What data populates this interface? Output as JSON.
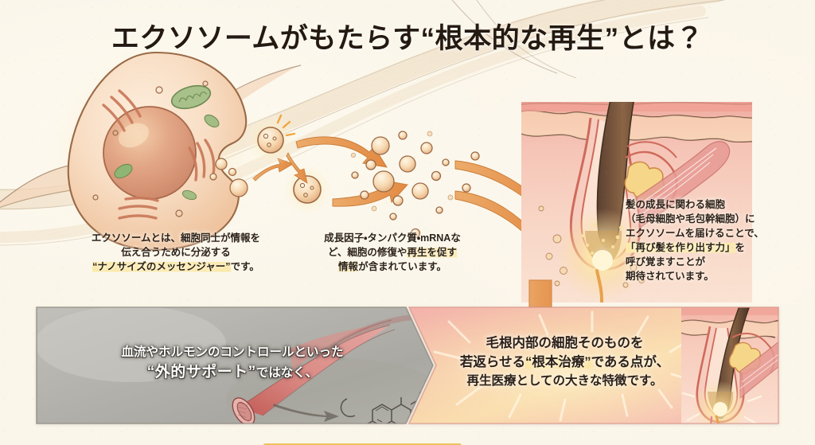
{
  "title": {
    "full": "エクソソームがもたらす“根本的な再生”とは？",
    "underlined_part": "根本的な再生",
    "underline_color": "#edc35b"
  },
  "captions": {
    "exosome": {
      "line1": "エクソソームとは、細胞同士が情報を",
      "line2": "伝え合うために分泌する",
      "line3_highlight": "“ナノサイズのメッセンジャー”",
      "line3_tail": "です。"
    },
    "cargo": {
      "line1": "成長因子・タンパク質・mRNAな",
      "line2_a": "ど、細胞の修復や",
      "line2_hl": "再生を促す",
      "line3_hl": "情報",
      "line3_tail": "が含まれています。"
    },
    "follicle": {
      "line1": "髪の成長に関わる細胞",
      "line2": "（毛母細胞や毛包幹細胞）に",
      "line3": "エクソソームを届けることで、",
      "line4_highlight": "「再び髪を作り出す力」",
      "line4_tail": "を",
      "line5": "呼び覚ますことが",
      "line6": "期待されています。"
    }
  },
  "bottom_panel": {
    "left": {
      "line1": "血流やホルモンのコントロールといった",
      "line2_quote": "“外的サポート”",
      "line2_tail": "ではなく、",
      "background_color": "#b4b2ad"
    },
    "right": {
      "line1": "毛根内部の細胞そのものを",
      "line2_a": "若返らせる",
      "line2_hl": "“根本治療”",
      "line2_tail": "である点が、",
      "line3": "再生医療としての大きな特徴です。",
      "background_color": "#f4b4ad"
    }
  },
  "illustrations": {
    "cell": "secreting-cell-illustration",
    "exosomes": "exosome-vesicles-illustration",
    "follicle_top": "hair-follicle-cross-section-illustration",
    "follicle_bottom": "hair-follicle-rejuvenation-illustration",
    "blood_vessel": "blood-vessel-illustration",
    "molecule": "steroid-hormone-molecule-illustration",
    "ribbon": "flowing-hair-ribbon-illustration",
    "down_arrow": "downward-flow-arrow"
  },
  "palette": {
    "paper": "#fbf6ea",
    "ink": "#2e2520",
    "accent_orange": "#e8944a",
    "highlight_yellow": "#fbe9a8",
    "cell_fill": "#f7ddc4",
    "skin_pink": "#f3bfb4",
    "glow_gold": "#fbdf93",
    "gray_panel": "#b4b2ad",
    "vessel_red": "#c9605c"
  }
}
